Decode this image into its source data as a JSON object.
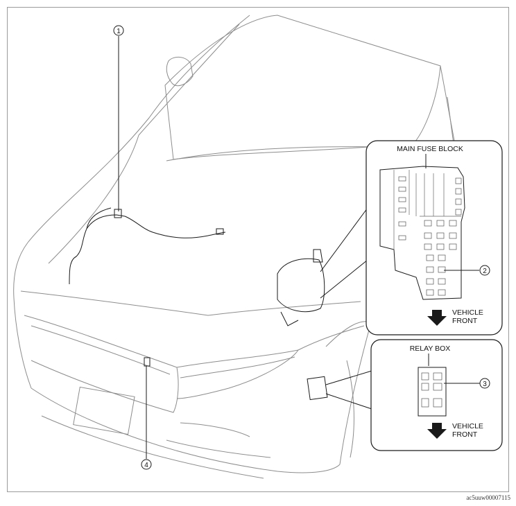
{
  "callouts": [
    {
      "id": "1"
    },
    {
      "id": "2"
    },
    {
      "id": "3"
    },
    {
      "id": "4"
    }
  ],
  "insets": {
    "main_fuse_block": {
      "title": "MAIN FUSE BLOCK",
      "direction_line1": "VEHICLE",
      "direction_line2": "FRONT"
    },
    "relay_box": {
      "title": "RELAY BOX",
      "direction_line1": "VEHICLE",
      "direction_line2": "FRONT"
    }
  },
  "figure_code": "ac5uuw00007115",
  "colors": {
    "line": "#1a1a1a",
    "light_line": "#8c8c8c",
    "background": "#ffffff"
  }
}
